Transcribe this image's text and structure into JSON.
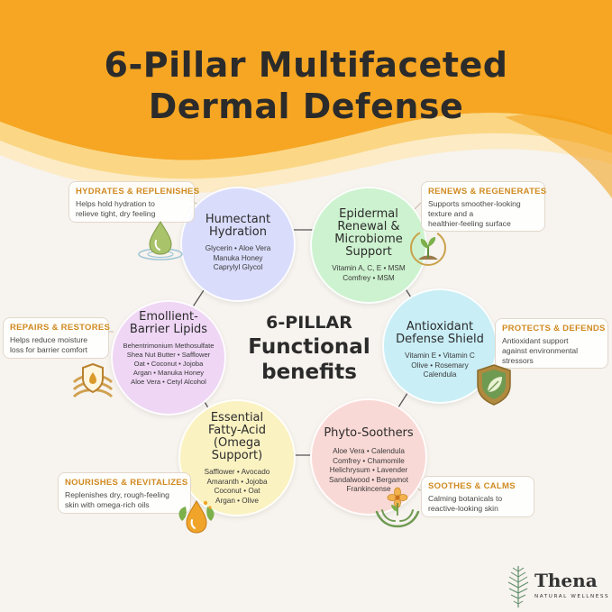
{
  "title": {
    "line1": "6-Pillar Multifaceted",
    "line2": "Dermal Defense"
  },
  "center": {
    "line1": "6-PILLAR",
    "line2": "Functional",
    "line3": "benefits"
  },
  "colors": {
    "orange": "#f6a623",
    "accent": "#d08a20",
    "text": "#2b2b2b"
  },
  "pillars": [
    {
      "title_lines": [
        "Humectant",
        "Hydration"
      ],
      "ingredients": [
        "Glycerin • Aloe Vera",
        "Manuka Honey",
        "Caprylyl Glycol"
      ],
      "color": "#d9dcfb"
    },
    {
      "title_lines": [
        "Epidermal",
        "Renewal &",
        "Microbiome",
        "Support"
      ],
      "ingredients": [
        "Vitamin A, C, E • MSM",
        "Comfrey • MSM"
      ],
      "color": "#cdf2cf"
    },
    {
      "title_lines": [
        "Emollient-",
        "Barrier Lipids"
      ],
      "ingredients": [
        "Behentrimonium Methosulfate",
        "Shea Nut Butter • Safflower",
        "Oat • Coconut • Jojoba",
        "Argan • Manuka Honey",
        "Aloe Vera • Cetyl Alcohol"
      ],
      "color": "#eed6f4"
    },
    {
      "title_lines": [
        "Antioxidant",
        "Defense Shield"
      ],
      "ingredients": [
        "Vitamin E • Vitamin C",
        "Olive • Rosemary",
        "Calendula"
      ],
      "color": "#c9eef6"
    },
    {
      "title_lines": [
        "Essential",
        "Fatty-Acid",
        "(Omega",
        "Support)"
      ],
      "ingredients": [
        "Safflower • Avocado",
        "Amaranth • Jojoba",
        "Coconut • Oat",
        "Argan • Olive"
      ],
      "color": "#fbf2c2"
    },
    {
      "title_lines": [
        "Phyto-Soothers"
      ],
      "ingredients": [
        "Aloe Vera • Calendula",
        "Comfrey • Chamomile",
        "Helichrysum • Lavender",
        "Sandalwood • Bergamot",
        "Frankincense"
      ],
      "color": "#f9d9d6"
    }
  ],
  "cards": [
    {
      "heading": "HYDRATES & REPLENISHES",
      "body": [
        "Helps hold hydration to",
        "relieve tight, dry feeling"
      ]
    },
    {
      "heading": "RENEWS & REGENERATES",
      "body": [
        "Supports smoother-looking",
        "texture and a",
        "healthier-feeling surface"
      ]
    },
    {
      "heading": "REPAIRS & RESTORES",
      "body": [
        "Helps reduce moisture",
        "loss for barrier comfort"
      ]
    },
    {
      "heading": "PROTECTS & DEFENDS",
      "body": [
        "Antioxidant support",
        "against environmental",
        "stressors"
      ]
    },
    {
      "heading": "NOURISHES & REVITALIZES",
      "body": [
        "Replenishes dry, rough-feeling",
        "skin with omega-rich oils"
      ]
    },
    {
      "heading": "SOOTHES & CALMS",
      "body": [
        "Calming botanicals to",
        "reactive-looking skin"
      ]
    }
  ],
  "icons": [
    "water-drop-icon",
    "sprout-icon",
    "layered-barrier-icon",
    "leaf-shield-icon",
    "oil-drop-leaf-icon",
    "flower-hands-icon",
    "fern-logo-icon"
  ],
  "brand": {
    "name": "Thena",
    "tagline": "NATURAL WELLNESS"
  }
}
